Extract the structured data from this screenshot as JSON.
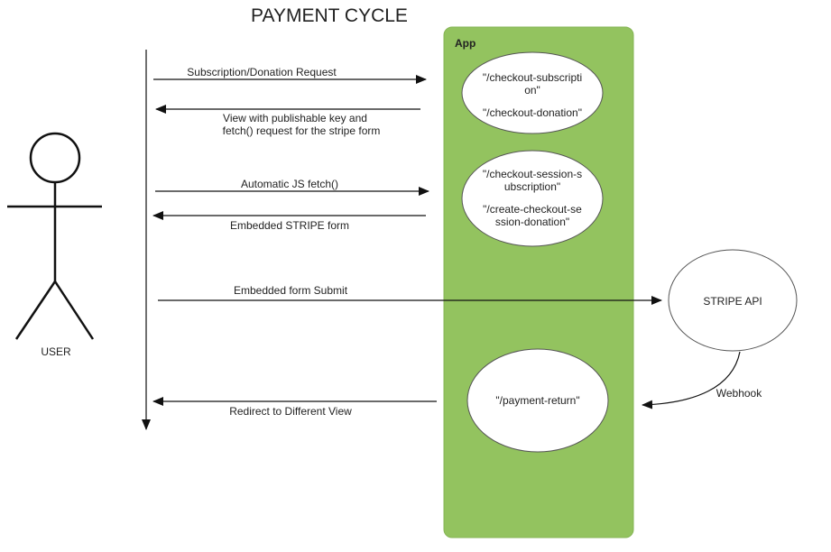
{
  "title": "PAYMENT CYCLE",
  "actor": {
    "label": "USER"
  },
  "app": {
    "label": "App",
    "fill": "#93c35f"
  },
  "endpoints": {
    "checkout": {
      "line1": "\"/checkout-subscripti",
      "line2": "on\"",
      "line3": "\"/checkout-donation\""
    },
    "session": {
      "line1": "\"/checkout-session-s",
      "line2": "ubscription\"",
      "line3": "\"/create-checkout-se",
      "line4": "ssion-donation\""
    },
    "payment_return": {
      "label": "\"/payment-return\""
    }
  },
  "stripe": {
    "label": "STRIPE API"
  },
  "messages": {
    "request": "Subscription/Donation Request",
    "view_line1": "View with publishable key and",
    "view_line2": "fetch() request for the stripe form",
    "js_fetch": "Automatic JS fetch()",
    "embedded_form": "Embedded STRIPE form",
    "form_submit": "Embedded form Submit",
    "redirect": "Redirect to Different View",
    "webhook": "Webhook"
  }
}
